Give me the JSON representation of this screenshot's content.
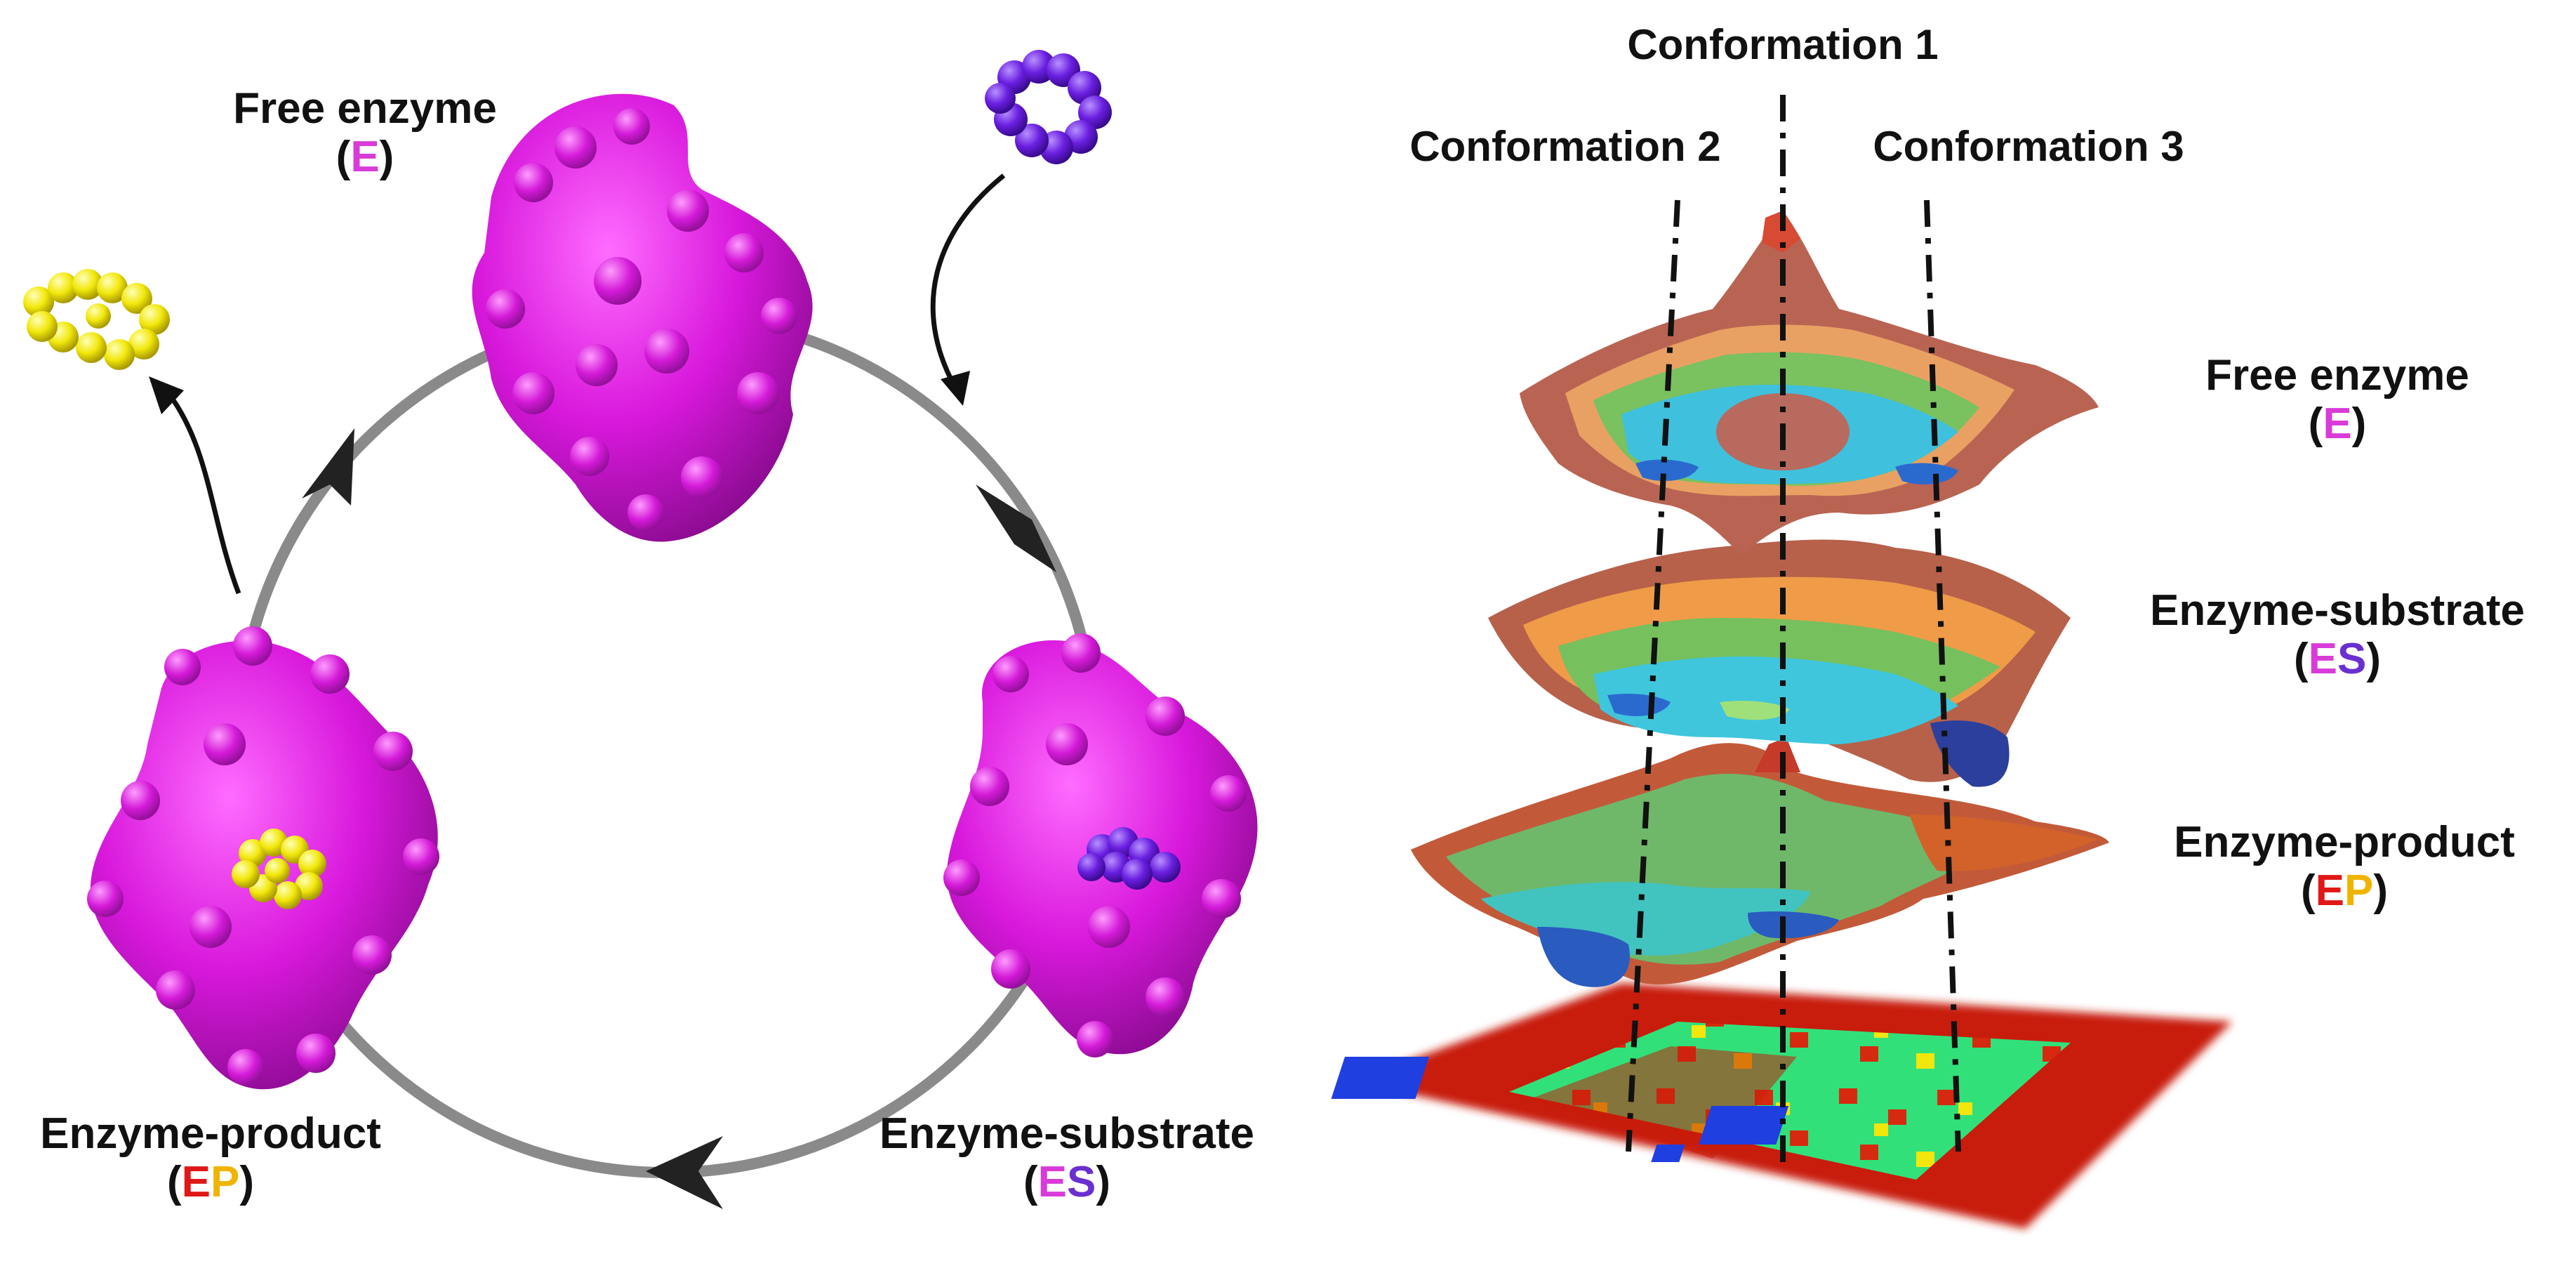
{
  "cycle": {
    "free_enzyme": {
      "name": "Free enzyme",
      "open": "(",
      "abbr": [
        [
          "E",
          "#d93bd9"
        ]
      ],
      "close": ")"
    },
    "enzyme_substrate": {
      "name": "Enzyme-substrate",
      "open": "(",
      "abbr": [
        [
          "E",
          "#d93bd9"
        ],
        [
          "S",
          "#6a2fd0"
        ]
      ],
      "close": ")"
    },
    "enzyme_product": {
      "name": "Enzyme-product",
      "open": "(",
      "abbr": [
        [
          "E",
          "#e01818"
        ],
        [
          "P",
          "#f0b400"
        ]
      ],
      "close": ")"
    }
  },
  "landscape": {
    "conformation_1": "Conformation 1",
    "conformation_2": "Conformation 2",
    "conformation_3": "Conformation 3",
    "free_enzyme": {
      "name": "Free enzyme",
      "open": "(",
      "abbr": [
        [
          "E",
          "#d93bd9"
        ]
      ],
      "close": ")"
    },
    "enzyme_substrate": {
      "name": "Enzyme-substrate",
      "open": "(",
      "abbr": [
        [
          "E",
          "#d93bd9"
        ],
        [
          "S",
          "#6a2fd0"
        ]
      ],
      "close": ")"
    },
    "enzyme_product": {
      "name": "Enzyme-product",
      "open": "(",
      "abbr": [
        [
          "E",
          "#e01818"
        ],
        [
          "P",
          "#f0b400"
        ]
      ],
      "close": ")"
    }
  },
  "colors": {
    "enzyme": "#d018d8",
    "enzyme_dark": "#a010a8",
    "substrate": "#6a1fe0",
    "product": "#f4ec10",
    "cycle_ring": "#8a8a8a",
    "text": "#111111"
  }
}
